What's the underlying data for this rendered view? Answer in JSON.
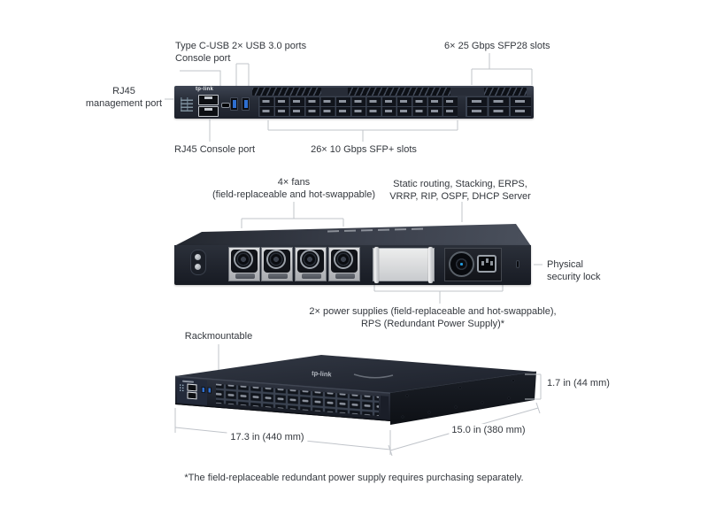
{
  "brand": "tp-link",
  "front_view": {
    "type_c": {
      "line1": "Type C-USB",
      "line2": "Console port"
    },
    "usb": "2× USB 3.0 ports",
    "sfp28": "6× 25 Gbps SFP28 slots",
    "rj45_mgmt": {
      "line1": "RJ45",
      "line2": "management port"
    },
    "rj45_console": "RJ45 Console port",
    "sfp_plus": "26× 10 Gbps SFP+ slots"
  },
  "rear_view": {
    "fans": {
      "line1": "4× fans",
      "line2": "(field-replaceable and hot-swappable)"
    },
    "features": {
      "line1": "Static routing, Stacking, ERPS,",
      "line2": "VRRP, RIP, OSPF, DHCP Server"
    },
    "lock": {
      "line1": "Physical",
      "line2": "security lock"
    },
    "psu": {
      "line1": "2× power supplies (field-replaceable and hot-swappable),",
      "line2": "RPS (Redundant Power Supply)*"
    }
  },
  "perspective_view": {
    "rackmountable": "Rackmountable",
    "height": "1.7 in (44 mm)",
    "width": "17.3 in (440 mm)",
    "depth": "15.0 in (380 mm)"
  },
  "footnote": "*The field-replaceable redundant power supply requires purchasing separately.",
  "colors": {
    "chassis": "#262b36",
    "chassis_dark": "#15181f",
    "accent_blue": "#2e6fd0",
    "leader_line": "#c0c4ca",
    "text": "#33373d"
  }
}
